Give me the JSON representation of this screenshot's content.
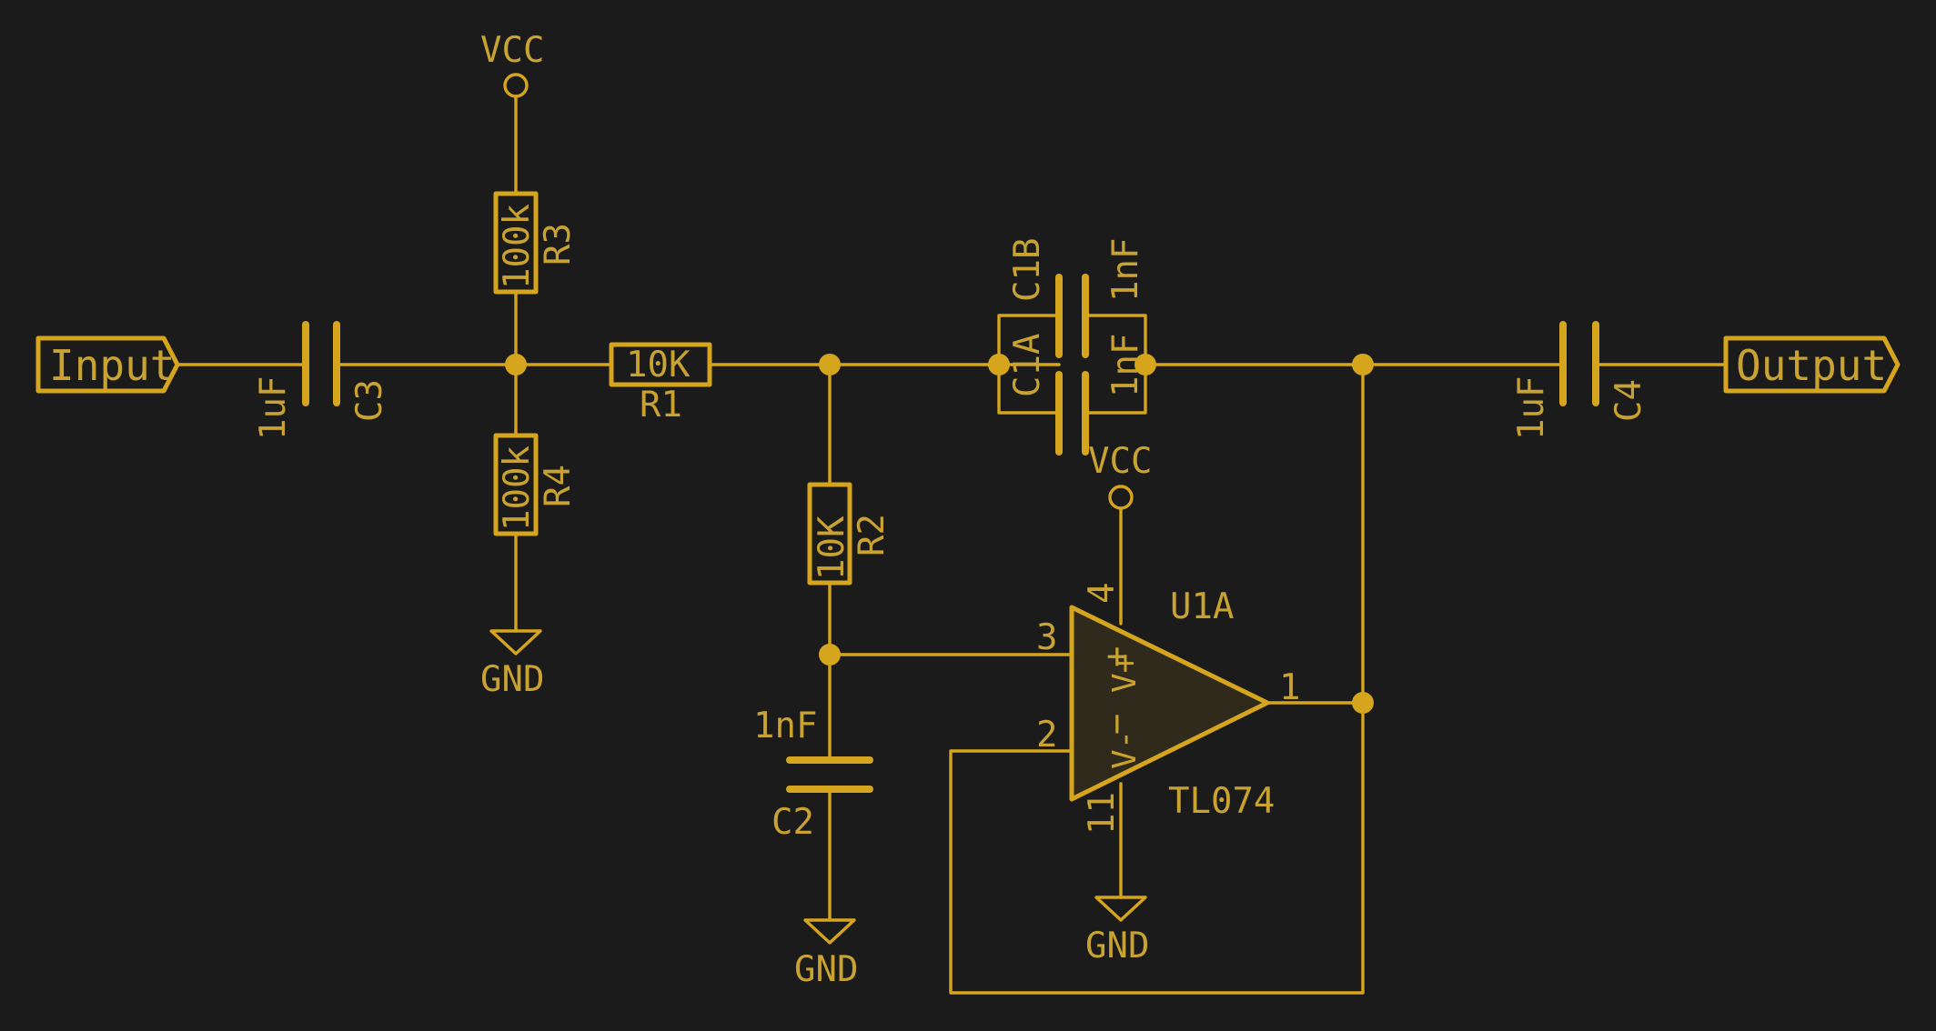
{
  "ports": {
    "input": "Input",
    "output": "Output"
  },
  "power": {
    "vcc_top": "VCC",
    "vcc_opamp": "VCC",
    "gnd_r4": "GND",
    "gnd_c2": "GND",
    "gnd_opamp": "GND"
  },
  "components": {
    "C3": {
      "ref": "C3",
      "value": "1uF"
    },
    "C4": {
      "ref": "C4",
      "value": "1uF"
    },
    "R3": {
      "ref": "R3",
      "value": "100k"
    },
    "R4": {
      "ref": "R4",
      "value": "100k"
    },
    "R1": {
      "ref": "R1",
      "value": "10K"
    },
    "R2": {
      "ref": "R2",
      "value": "10K"
    },
    "C2": {
      "ref": "C2",
      "value": "1nF"
    },
    "C1A": {
      "ref": "C1A",
      "value": "1nF"
    },
    "C1B": {
      "ref": "C1B",
      "value": "1nF"
    },
    "U1A": {
      "ref": "U1A",
      "value": "TL074",
      "pin_in_plus": "3",
      "pin_in_minus": "2",
      "pin_out": "1",
      "pin_vpos": "4",
      "pin_vneg": "11",
      "sym_plus": "+",
      "sym_minus": "−",
      "sym_vpos": "V+",
      "sym_vneg": "V-"
    }
  },
  "colors": {
    "background": "#1b1b1b",
    "line": "#d6a51e",
    "text": "#c9a331",
    "opamp_fill": "#2f2a1c"
  }
}
